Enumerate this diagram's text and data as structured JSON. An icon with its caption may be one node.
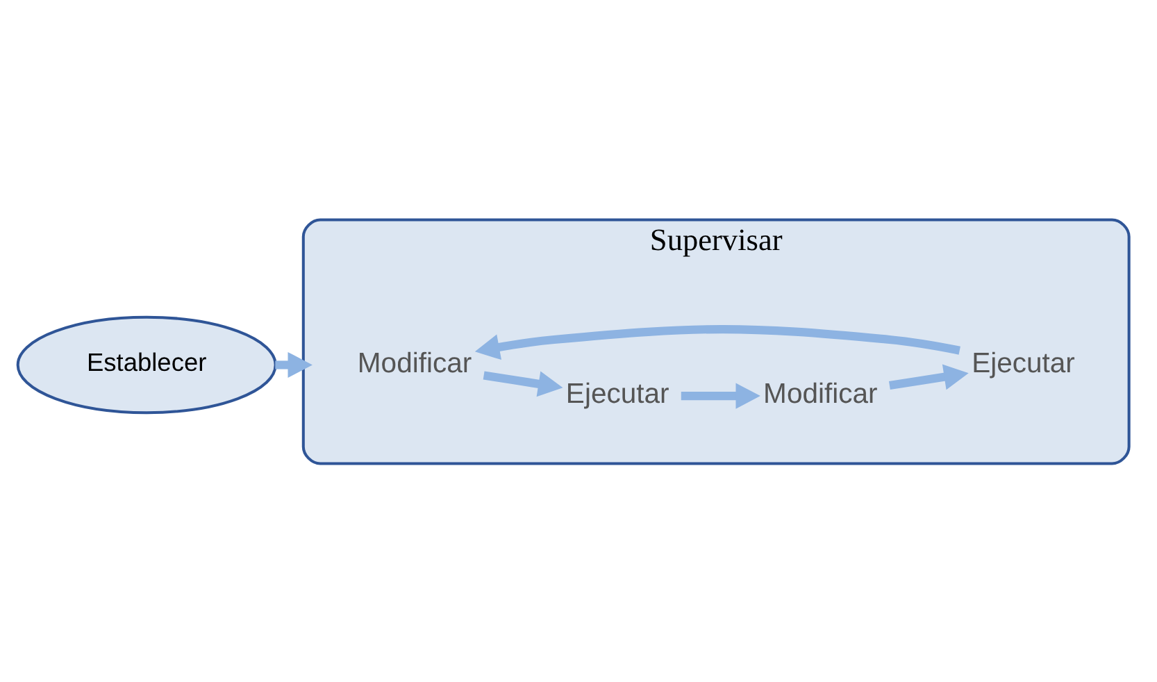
{
  "diagram": {
    "nodes": [
      {
        "text": [
          "Establecer"
        ]
      },
      {
        "text": [
          "Supervisar"
        ]
      },
      {
        "text": [
          "Modificar"
        ],
        "in": 1
      },
      {
        "text": [
          "Ejecutar"
        ],
        "in": 1
      },
      {
        "text": [
          "Ejecutar"
        ],
        "in": 1
      },
      {
        "text": [
          "Modificar"
        ],
        "in": 1
      }
    ],
    "edges": [
      {
        "from": 0,
        "to": 1,
        "arrow": "to"
      },
      {
        "from": 2,
        "to": 3,
        "arrow": "to"
      },
      {
        "from": 3,
        "to": 5,
        "arrow": "to"
      },
      {
        "from": 5,
        "to": 4,
        "arrow": "to"
      },
      {
        "from": 4,
        "to": 2,
        "arrow": "to"
      }
    ]
  }
}
